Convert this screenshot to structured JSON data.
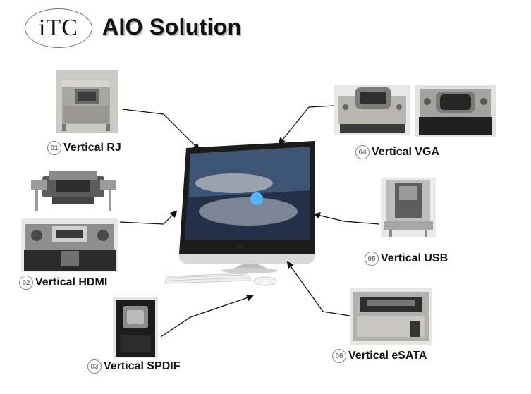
{
  "header": {
    "logo_text": "iTC",
    "title": "AIO Solution"
  },
  "connectors": [
    {
      "id": "rj",
      "number": "01",
      "label": "Vertical RJ"
    },
    {
      "id": "hdmi",
      "number": "02",
      "label": "Vertical HDMI"
    },
    {
      "id": "spdif",
      "number": "03",
      "label": "Vertical SPDIF"
    },
    {
      "id": "vga",
      "number": "04",
      "label": "Vertical VGA"
    },
    {
      "id": "usb",
      "number": "05",
      "label": "Vertical USB"
    },
    {
      "id": "esata",
      "number": "06",
      "label": "Vertical eSATA"
    }
  ],
  "colors": {
    "arrow": "#111111",
    "number_ring": "#888888",
    "title_shadow": "#b8b8b8"
  },
  "icons": [
    "apple-logo-icon",
    "arrow-icon"
  ]
}
